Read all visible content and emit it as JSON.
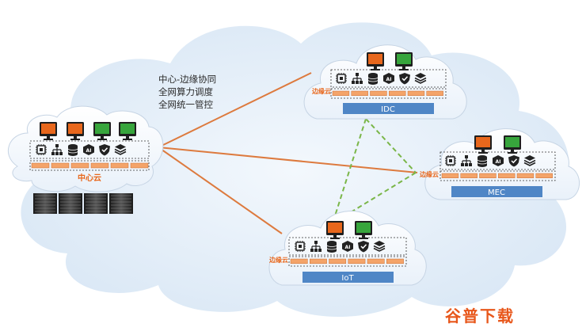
{
  "caption": {
    "line1": "中心-边缘协同",
    "line2": "全网算力调度",
    "line3": "全网统一管控"
  },
  "center": {
    "label": "中心云"
  },
  "nodes": {
    "idc": {
      "side_label": "边缘云",
      "banner": "IDC"
    },
    "mec": {
      "side_label": "边缘云",
      "banner": "MEC"
    },
    "iot": {
      "side_label": "边缘云",
      "banner": "IoT"
    }
  },
  "chip_label": "AI",
  "watermark": "谷普下载",
  "colors": {
    "monitor_orange": "#e8671c",
    "monitor_green": "#37a53c",
    "banner_blue": "#4f86c6",
    "link_orange": "#dd7a3e",
    "link_green": "#7ab648",
    "label_orange": "#e8671c",
    "outer_cloud": "#ddeaf6"
  },
  "icons": [
    "monitor-icon",
    "chip-icon",
    "network-tree-icon",
    "database-icon",
    "ai-chip-icon",
    "shield-check-icon",
    "layers-icon",
    "server-rack-icon"
  ]
}
